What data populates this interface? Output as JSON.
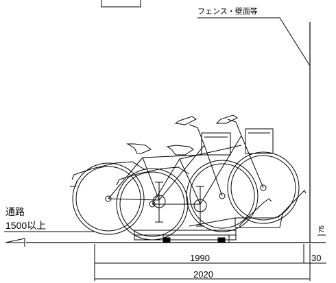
{
  "annotations": {
    "fence_wall": "フェンス・壁面等",
    "aisle_label": "通路",
    "aisle_width": "1500以上"
  },
  "dimensions": {
    "unit_length": "1990",
    "side_gap": "30",
    "total_length": "2020",
    "height_offset": "75"
  },
  "colors": {
    "line": "#000000",
    "background": "#ffffff"
  }
}
